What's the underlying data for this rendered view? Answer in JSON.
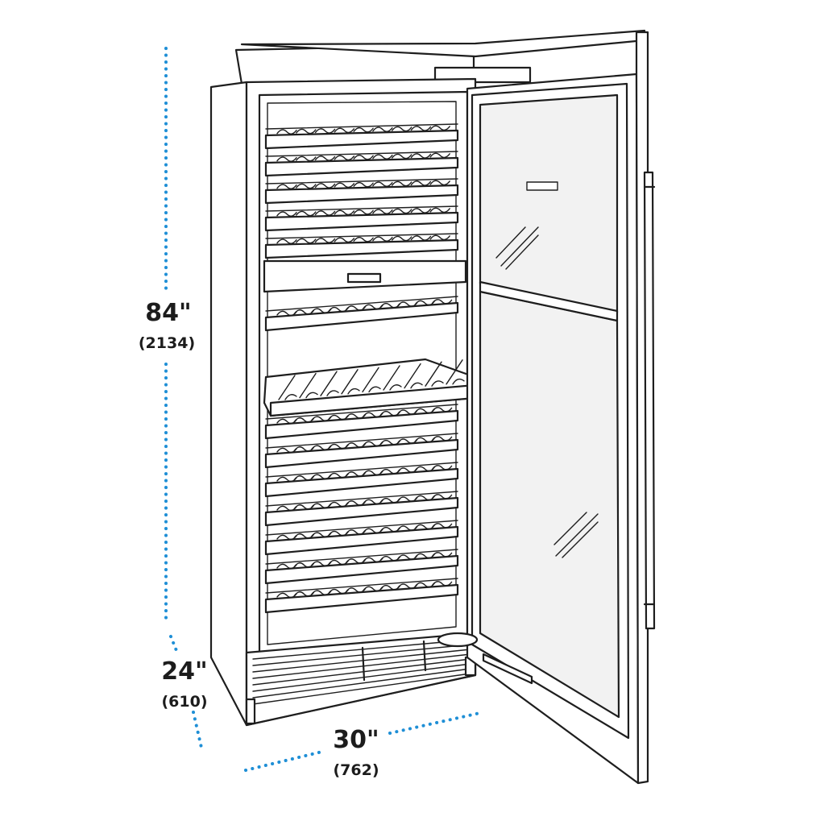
{
  "dimensions": {
    "height": {
      "value": "84\"",
      "metric": "(2134)"
    },
    "depth": {
      "value": "24\"",
      "metric": "(610)"
    },
    "width": {
      "value": "30\"",
      "metric": "(762)"
    }
  },
  "colors": {
    "dimension_dots": "#1f8fd6",
    "line": "#1e1e1e",
    "glass": "#f2f2f2",
    "background": "#ffffff"
  }
}
